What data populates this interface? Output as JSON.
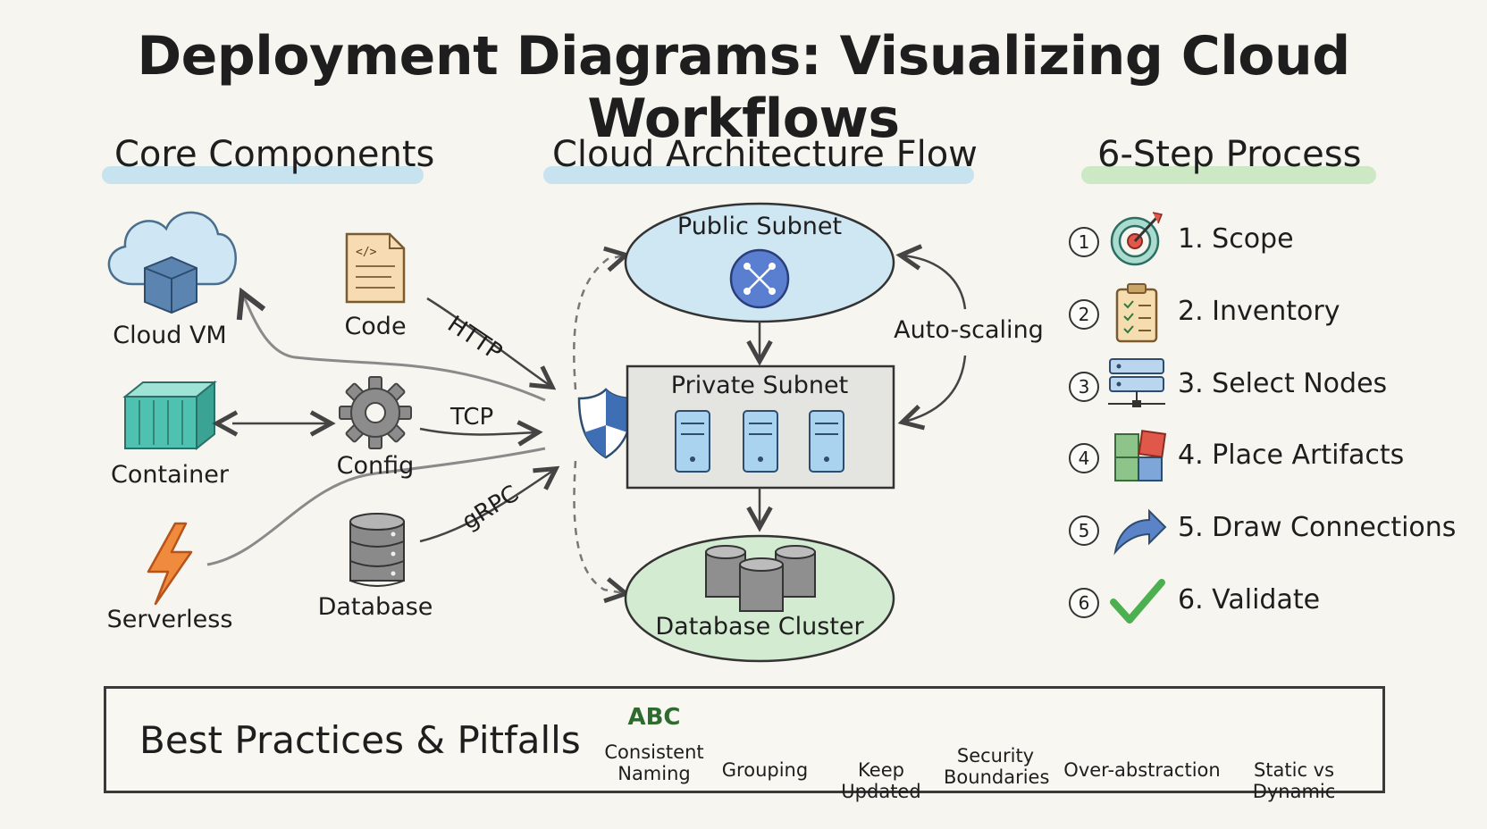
{
  "title": "Deployment Diagrams: Visualizing Cloud Workflows",
  "sections": {
    "components": "Core Components",
    "architecture": "Cloud Architecture Flow",
    "process": "6-Step Process"
  },
  "components": {
    "cloud_vm": "Cloud VM",
    "code": "Code",
    "container": "Container",
    "config": "Config",
    "serverless": "Serverless",
    "database": "Database"
  },
  "protocols": {
    "http": "HTTP",
    "tcp": "TCP",
    "grpc": "gRPC"
  },
  "architecture": {
    "public_subnet": "Public Subnet",
    "private_subnet": "Private Subnet",
    "database_cluster": "Database Cluster",
    "autoscaling": "Auto-scaling"
  },
  "steps": [
    {
      "num": "1",
      "label": "1. Scope",
      "icon": "target-icon"
    },
    {
      "num": "2",
      "label": "2. Inventory",
      "icon": "clipboard-checklist-icon"
    },
    {
      "num": "3",
      "label": "3. Select Nodes",
      "icon": "server-nodes-icon"
    },
    {
      "num": "4",
      "label": "4. Place Artifacts",
      "icon": "puzzle-icon"
    },
    {
      "num": "5",
      "label": "5. Draw Connections",
      "icon": "curved-arrow-icon"
    },
    {
      "num": "6",
      "label": "6. Validate",
      "icon": "checkmark-icon"
    }
  ],
  "best_practices": {
    "title": "Best Practices & Pitfalls",
    "abc": "ABC",
    "items": [
      {
        "line1": "Consistent",
        "line2": "Naming",
        "icon": "abc-tag-icon"
      },
      {
        "line1": "Grouping",
        "line2": "",
        "icon": "folder-icon"
      },
      {
        "line1": "Keep Updated",
        "line2": "",
        "icon": "calendar-icon"
      },
      {
        "line1": "Security",
        "line2": "Boundaries",
        "icon": "padlock-icon"
      },
      {
        "line1": "Over-abstraction",
        "line2": "",
        "icon": "warning-icon"
      },
      {
        "line1": "Static vs Dynamic",
        "line2": "",
        "icon": "clock-arrows-icon"
      }
    ]
  },
  "colors": {
    "blue_highlight": "#9fd3ee",
    "green_highlight": "#a9dca2",
    "public_subnet_fill": "#cfe6f3",
    "db_cluster_fill": "#d3ebd0",
    "private_subnet_fill": "#e4e4e1"
  }
}
